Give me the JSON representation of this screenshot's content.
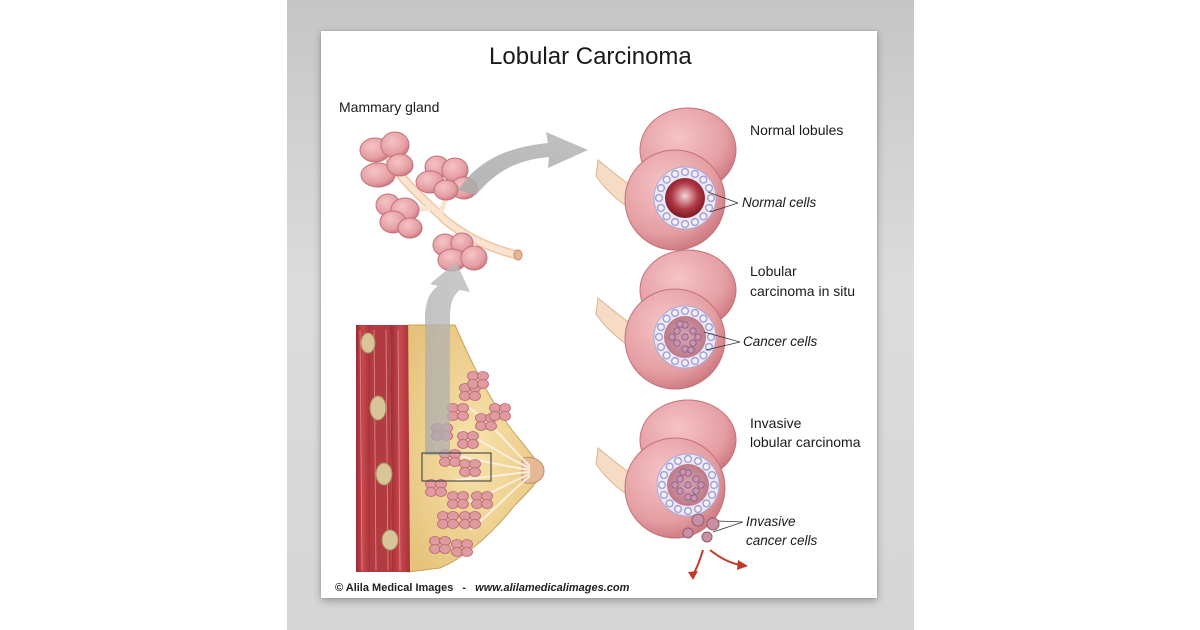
{
  "poster": {
    "title": "Lobular Carcinoma",
    "labels": {
      "mammary_gland": "Mammary gland",
      "normal_lobules": "Normal lobules",
      "normal_cells": "Normal cells",
      "lcis_line1": "Lobular",
      "lcis_line2": "carcinoma in situ",
      "cancer_cells": "Cancer cells",
      "ilc_line1": "Invasive",
      "ilc_line2": "lobular carcinoma",
      "invasive_cells_line1": "Invasive",
      "invasive_cells_line2": "cancer cells"
    },
    "footer": {
      "credit": "© Alila Medical Images",
      "separator": "-",
      "url": "www.alilamedicalimages.com"
    }
  },
  "colors": {
    "lobule": "#e8a4a8",
    "lobule_dark": "#c77077",
    "duct": "#f6dcc4",
    "muscle": "#b8383c",
    "fat": "#f2d89a",
    "arrow": "#b9b9b9",
    "cell_ring": "#a9a9d8",
    "invasion_arrow": "#c0392b"
  }
}
